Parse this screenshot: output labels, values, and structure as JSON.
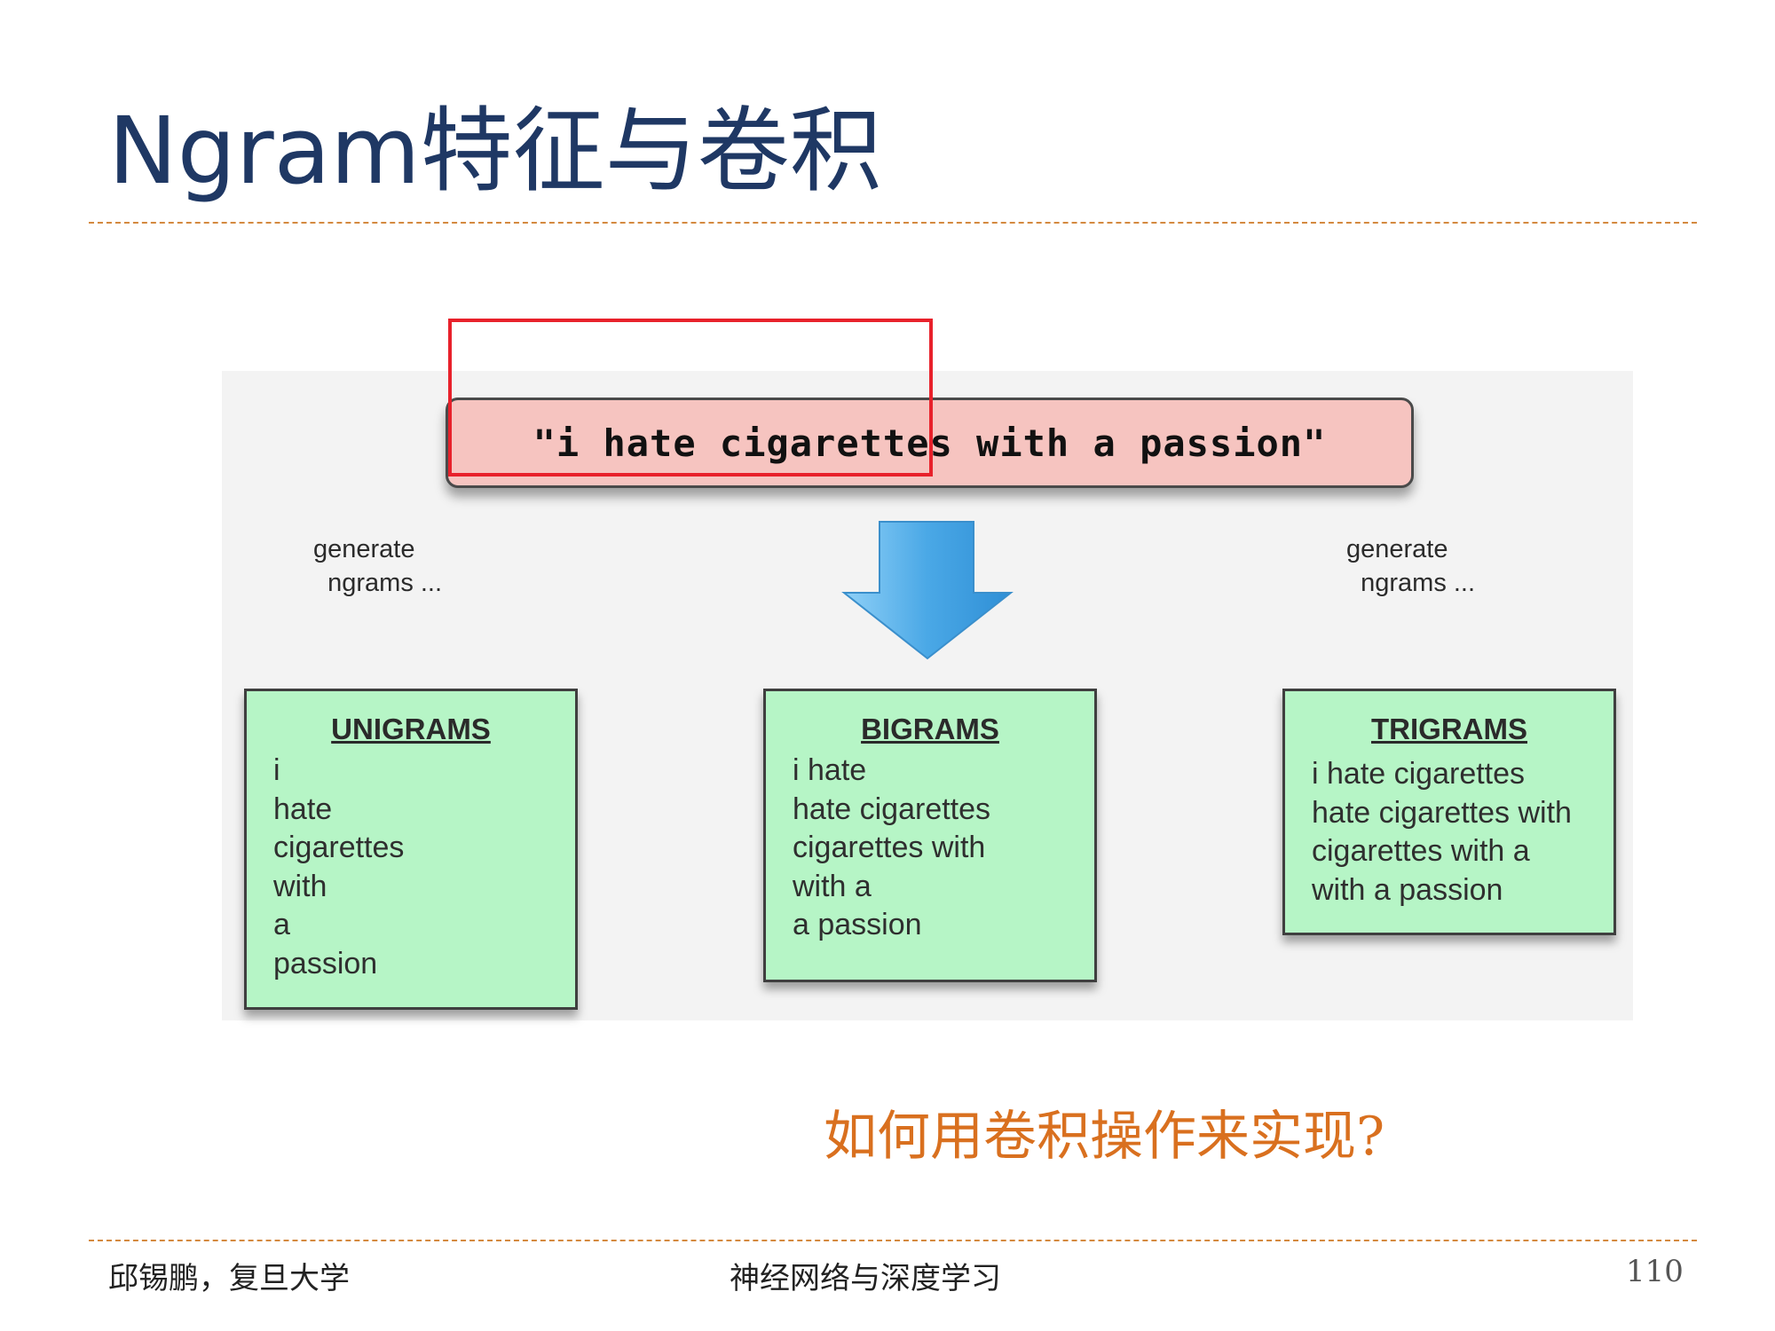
{
  "slide": {
    "title": "Ngram特征与卷积",
    "question": "如何用卷积操作来实现?"
  },
  "figure": {
    "sentence": "\"i hate cigarettes with a passion\"",
    "generate_left": "generate\n  ngrams ...",
    "generate_right": "generate\n  ngrams ...",
    "boxes": [
      {
        "heading": "UNIGRAMS",
        "lines": [
          "i",
          "hate",
          "cigarettes",
          "with",
          "a",
          "passion"
        ]
      },
      {
        "heading": "BIGRAMS",
        "lines": [
          "i hate",
          "hate cigarettes",
          "cigarettes with",
          "with a",
          "a passion"
        ]
      },
      {
        "heading": "TRIGRAMS",
        "lines": [
          "i hate cigarettes",
          "hate cigarettes with",
          "cigarettes with a",
          "with a passion"
        ]
      }
    ],
    "colors": {
      "sentence_fill": "#f6c4c0",
      "box_fill": "#b6f5c6",
      "arrow_fill": "#4aa8e6",
      "highlight": "#e8212b"
    }
  },
  "footer": {
    "author": "邱锡鹏，复旦大学",
    "course": "神经网络与深度学习",
    "page_number": "110"
  }
}
